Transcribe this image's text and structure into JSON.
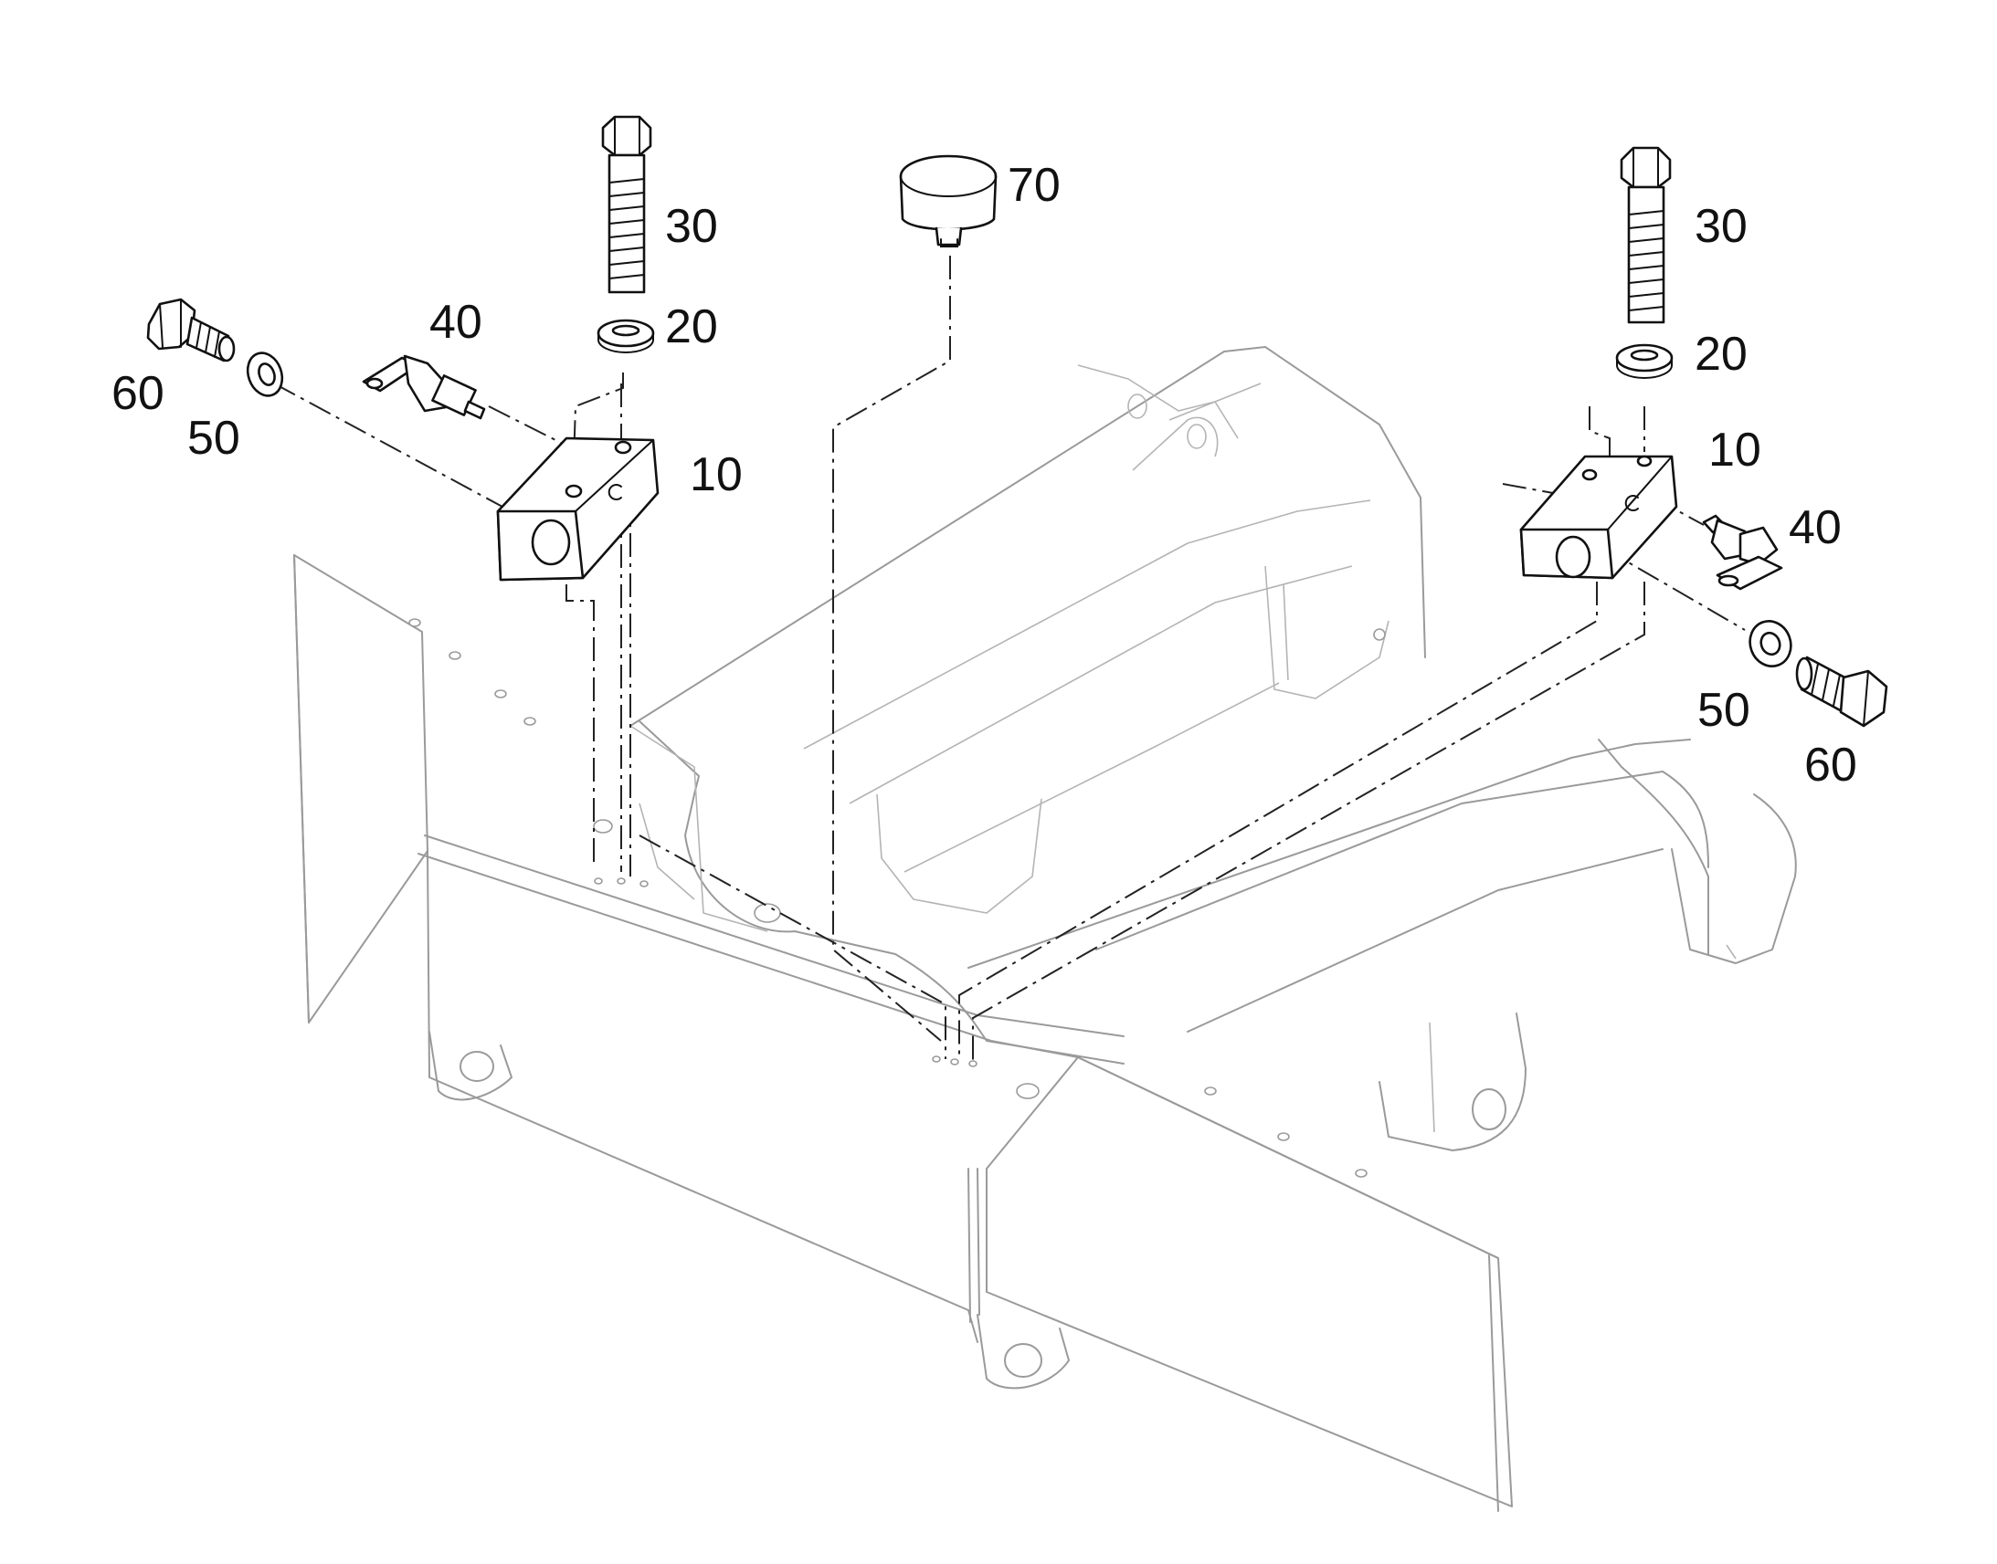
{
  "callouts": {
    "left": {
      "c60": "60",
      "c50": "50",
      "c40": "40",
      "c30": "30",
      "c20": "20",
      "c10": "10"
    },
    "center": {
      "c70": "70"
    },
    "right": {
      "c30": "30",
      "c20": "20",
      "c10": "10",
      "c40": "40",
      "c50": "50",
      "c60": "60"
    }
  }
}
